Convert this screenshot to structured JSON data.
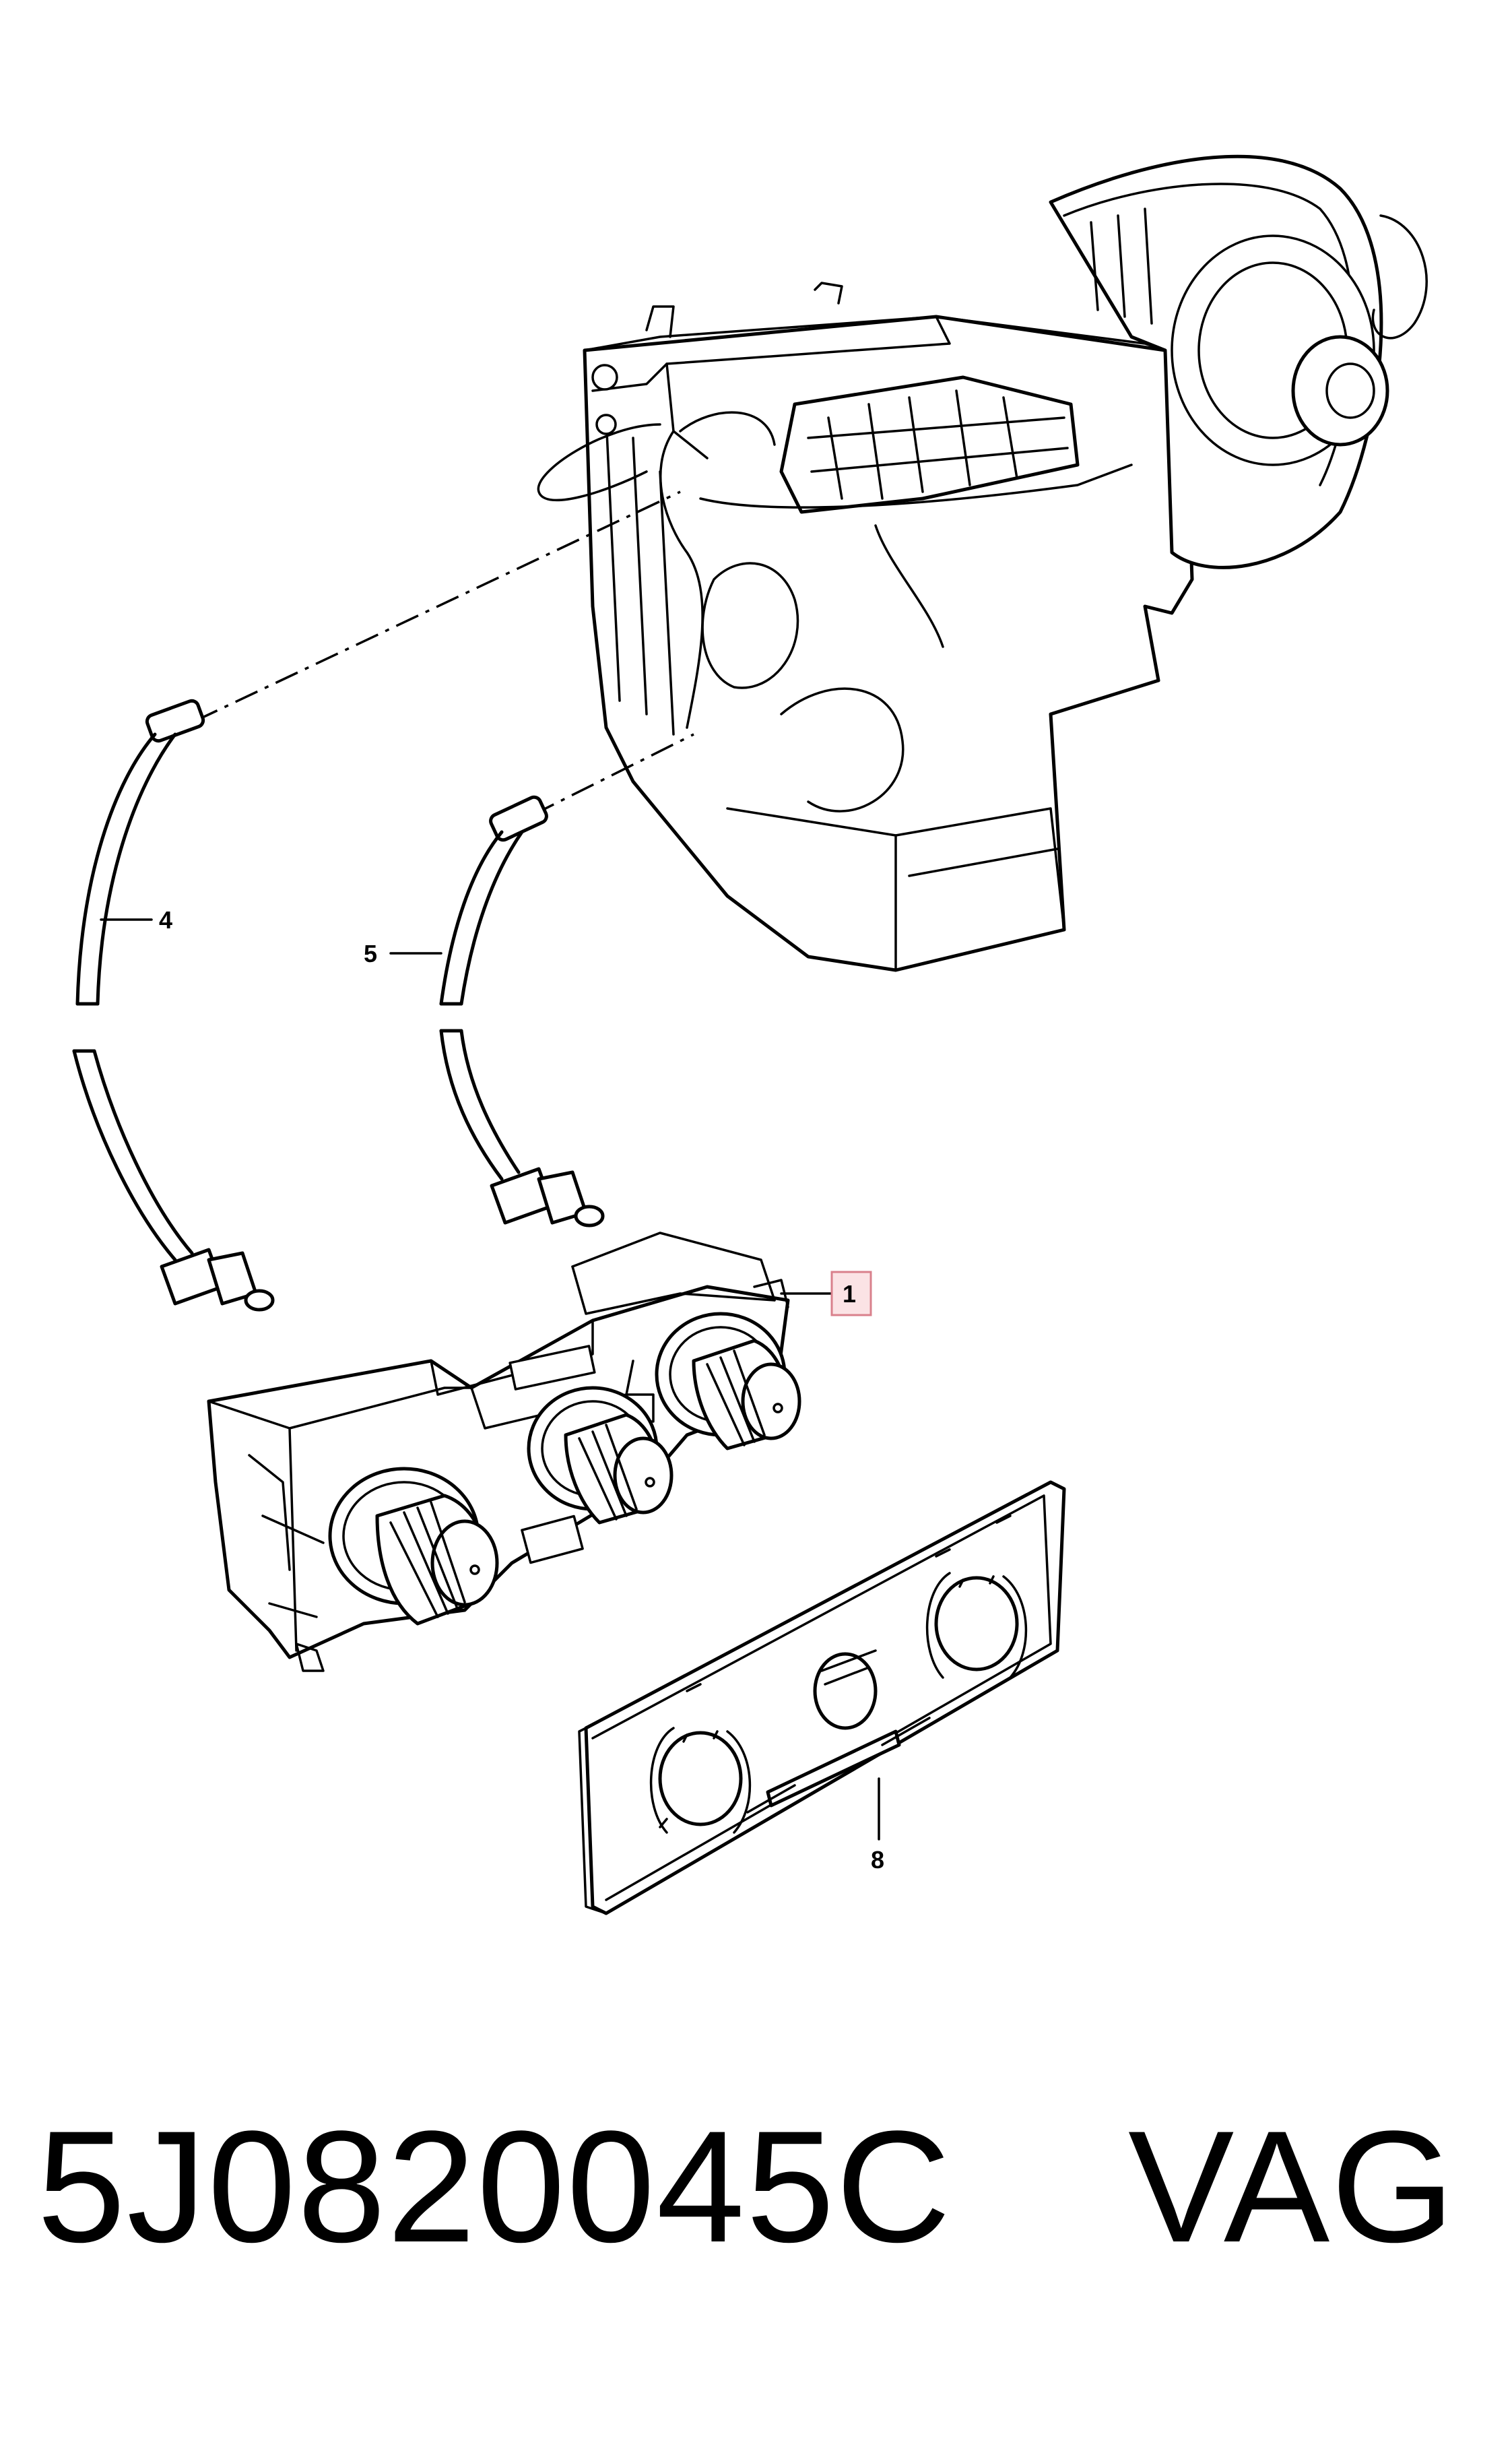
{
  "callouts": {
    "c1": "1",
    "c4": "4",
    "c5": "5",
    "c8": "8"
  },
  "footer": {
    "part_number": "5J0820045C",
    "brand": "VAG"
  },
  "colors": {
    "line": "#000000",
    "highlight_fill": "#fbe3e5",
    "highlight_border": "#d9808c"
  }
}
